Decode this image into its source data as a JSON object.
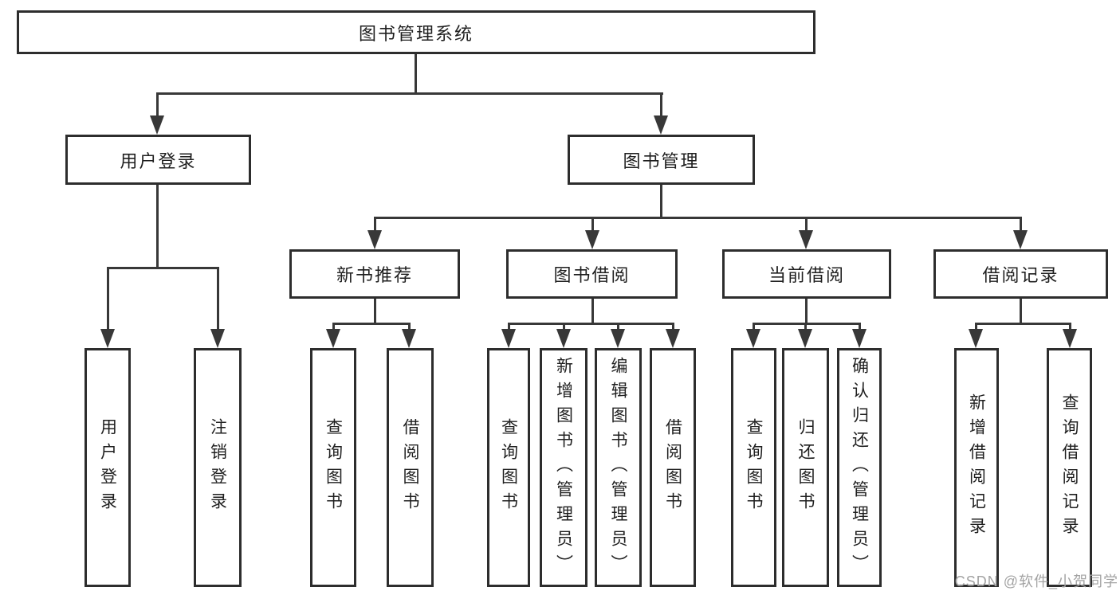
{
  "diagram": {
    "title_node": {
      "label": "图书管理系统"
    },
    "level2": [
      {
        "id": "user-login",
        "label": "用户登录"
      },
      {
        "id": "book-management",
        "label": "图书管理"
      }
    ],
    "level3": [
      {
        "id": "new-book-recommend",
        "label": "新书推荐"
      },
      {
        "id": "book-borrow",
        "label": "图书借阅"
      },
      {
        "id": "current-borrow",
        "label": "当前借阅"
      },
      {
        "id": "borrow-record",
        "label": "借阅记录"
      }
    ],
    "level4": [
      {
        "id": "user-login-leaf",
        "label": "用户登录",
        "parent": "用户登录"
      },
      {
        "id": "logout-leaf",
        "label": "注销登录",
        "parent": "用户登录"
      },
      {
        "id": "query-book-1",
        "label": "查询图书",
        "parent": "新书推荐"
      },
      {
        "id": "borrow-book-1",
        "label": "借阅图书",
        "parent": "新书推荐"
      },
      {
        "id": "query-book-2",
        "label": "查询图书",
        "parent": "图书借阅"
      },
      {
        "id": "add-book-admin",
        "label": "新增图书（管理员）",
        "parent": "图书借阅"
      },
      {
        "id": "edit-book-admin",
        "label": "编辑图书（管理员）",
        "parent": "图书借阅"
      },
      {
        "id": "borrow-book-2",
        "label": "借阅图书",
        "parent": "图书借阅"
      },
      {
        "id": "query-book-3",
        "label": "查询图书",
        "parent": "当前借阅"
      },
      {
        "id": "return-book",
        "label": "归还图书",
        "parent": "当前借阅"
      },
      {
        "id": "confirm-return-admin",
        "label": "确认归还（管理员）",
        "parent": "当前借阅"
      },
      {
        "id": "add-borrow-record",
        "label": "新增借阅记录",
        "parent": "借阅记录"
      },
      {
        "id": "query-borrow-record",
        "label": "查询借阅记录",
        "parent": "借阅记录"
      }
    ]
  },
  "icons": {
    "arrowhead": "triangle-down"
  },
  "watermark": {
    "text": "CSDN @软件_小贺同学"
  },
  "colors": {
    "background": "#ffffff",
    "box_border": "#2d2d2d",
    "line": "#383838",
    "text": "#1f1f1f",
    "watermark": "#a3a3a3"
  }
}
